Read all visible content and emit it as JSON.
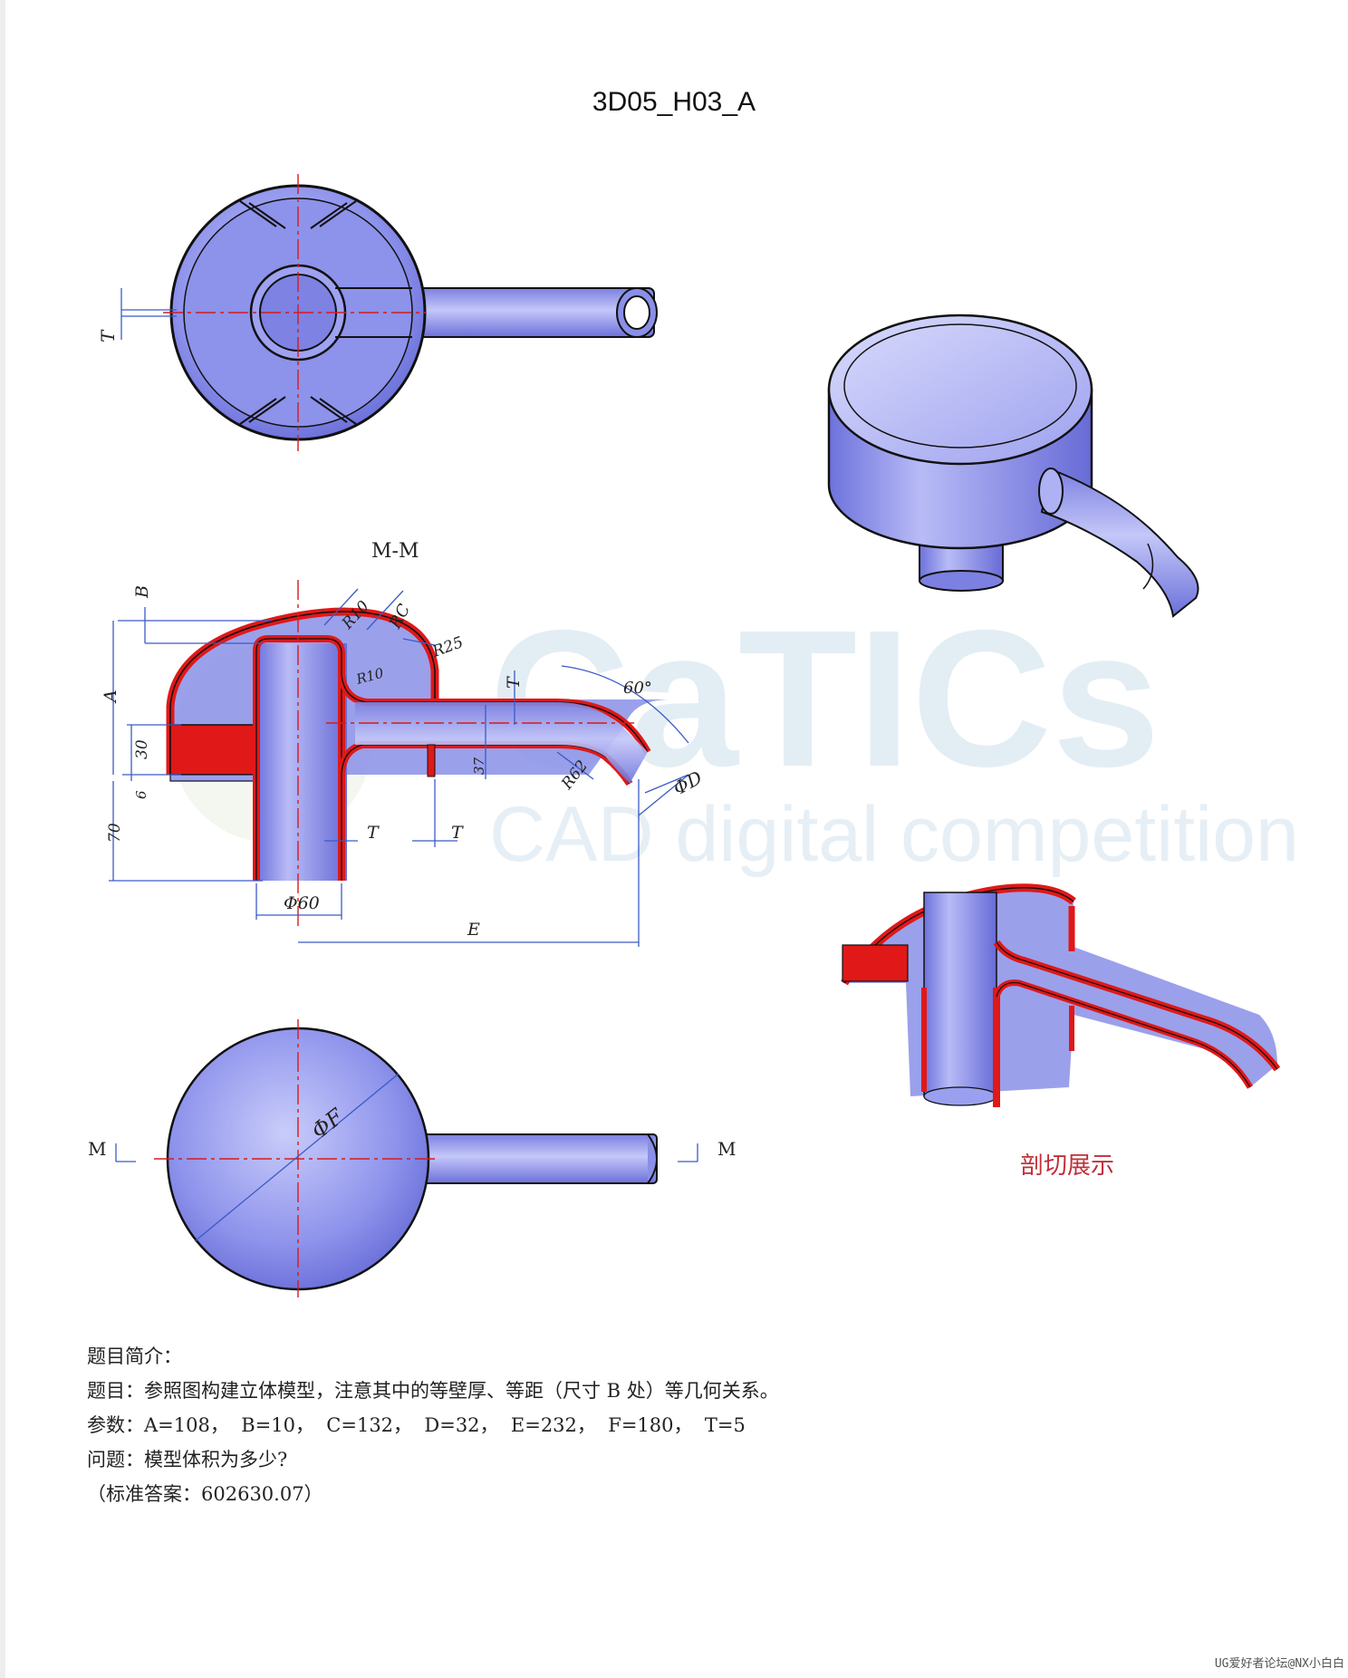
{
  "title": "3D05_H03_A",
  "section_label": "M-M",
  "section_marker_left": "M",
  "section_marker_right": "M",
  "cutaway_caption": "剖切展示",
  "watermark": {
    "big": "CaTICs",
    "small": "CAD digital competition"
  },
  "dimensions": {
    "T": "T",
    "B": "B",
    "A": "A",
    "R10_top": "R10",
    "RC": "RC",
    "R25": "R25",
    "R10_inner": "R10",
    "d30": "30",
    "d6": "6",
    "d70": "70",
    "d37": "37",
    "angle": "60°",
    "R62": "R62",
    "phiD": "ΦD",
    "phi60": "Φ60",
    "E": "E",
    "phiF": "ΦF"
  },
  "info": {
    "heading": "题目简介：",
    "task": "题目：参照图构建立体模型，注意其中的等壁厚、等距（尺寸 B 处）等几何关系。",
    "params": "参数：A=108，  B=10，  C=132，  D=32，  E=232，  F=180，  T=5",
    "question": "问题：模型体积为多少?",
    "answer": "（标准答案：602630.07）"
  },
  "footer": "UG爱好者论坛@NX小白白",
  "colors": {
    "part_fill": "#8a8fe8",
    "section_red": "#e01818",
    "dim_blue": "#3a5bc7",
    "centerline": "#d81b1b"
  }
}
